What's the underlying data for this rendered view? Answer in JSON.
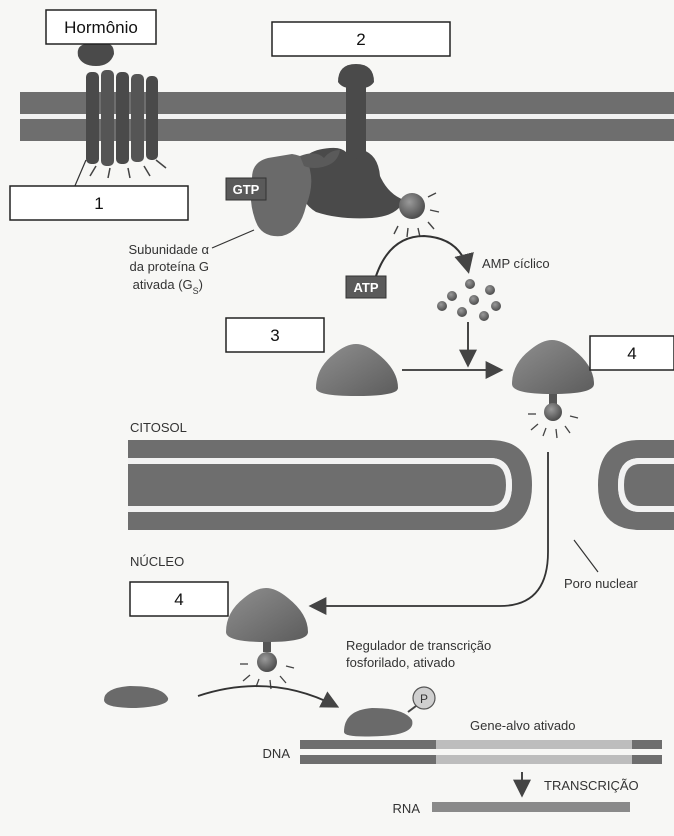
{
  "labels": {
    "hormone": "Hormônio",
    "box1": "1",
    "box2": "2",
    "box3": "3",
    "box4_top": "4",
    "box4_bottom": "4",
    "gtp": "GTP",
    "atp": "ATP",
    "g_alpha_line1": "Subunidade α",
    "g_alpha_line2": "da proteína G",
    "g_alpha_line3": "ativada (G",
    "g_alpha_sub": "S",
    "g_alpha_close": ")",
    "camp": "AMP cíclico",
    "cytosol": "CITOSOL",
    "nucleus": "NÚCLEO",
    "nuclear_pore": "Poro nuclear",
    "regulator_line1": "Regulador de transcrição",
    "regulator_line2": "fosforilado, ativado",
    "phosphate": "P",
    "target_gene": "Gene-alvo ativado",
    "dna": "DNA",
    "transcription": "TRANSCRIÇÃO",
    "rna": "RNA"
  },
  "colors": {
    "membrane_dark": "#6b6b6b",
    "protein_dark": "#4a4a4a",
    "protein_mid": "#777777",
    "chip": "#5a5a5a",
    "gene_light": "#bdbdbd"
  }
}
